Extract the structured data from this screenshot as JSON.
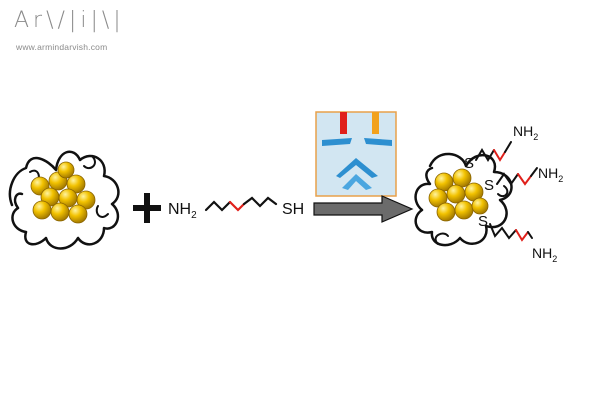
{
  "logo": {
    "brand": "Ar\\/|i|\\|",
    "url": "www.armindarvish.com"
  },
  "reactants": {
    "amine": "NH",
    "amine_sub": "2",
    "thiol": "SH"
  },
  "product": {
    "sulfur": "S",
    "amine": "NH",
    "amine_sub": "2"
  },
  "colors": {
    "gold": "#f2c200",
    "gold_dark": "#9a7400",
    "polymer": "#111111",
    "linker_accent": "#e0201b",
    "arrow": "#6b6b6b",
    "inset_bg": "#d2e6f2",
    "inset_border": "#e8a14a",
    "reagent_blue": "#2d8fd0",
    "reagent_red": "#e0201b",
    "reagent_orange": "#f2a11c"
  },
  "icons": [
    "plus-icon",
    "reaction-arrow-icon",
    "gold-nanoparticle-icon"
  ]
}
